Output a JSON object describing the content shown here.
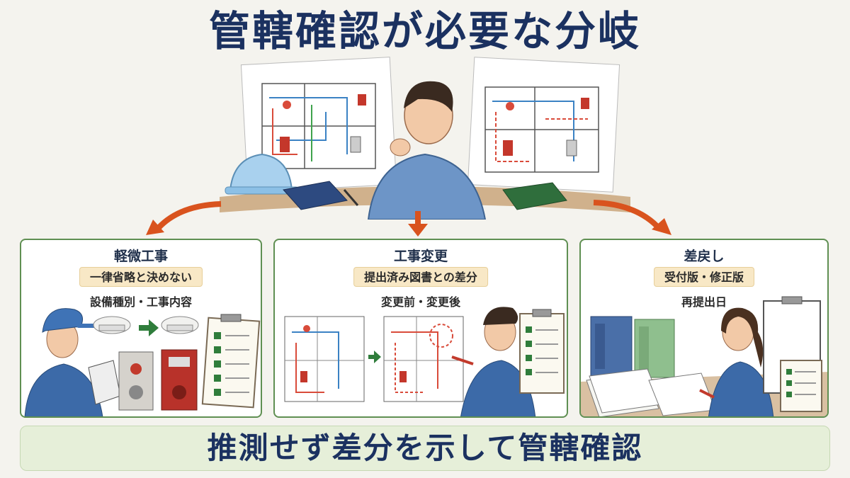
{
  "title": "管轄確認が必要な分岐",
  "panels": [
    {
      "title": "軽微工事",
      "highlight": "一律省略と決めない",
      "subtitle": "設備種別・工事内容"
    },
    {
      "title": "工事変更",
      "highlight": "提出済み図書との差分",
      "subtitle": "変更前・変更後"
    },
    {
      "title": "差戻し",
      "highlight": "受付版・修正版",
      "subtitle": "再提出日"
    }
  ],
  "banner": "推測せず差分を示して管轄確認",
  "colors": {
    "title": "#1b3160",
    "panel_border": "#5f8f52",
    "highlight_bg": "#f8e8c6",
    "arrow": "#d9531e",
    "banner_bg": "#e6efd9"
  }
}
